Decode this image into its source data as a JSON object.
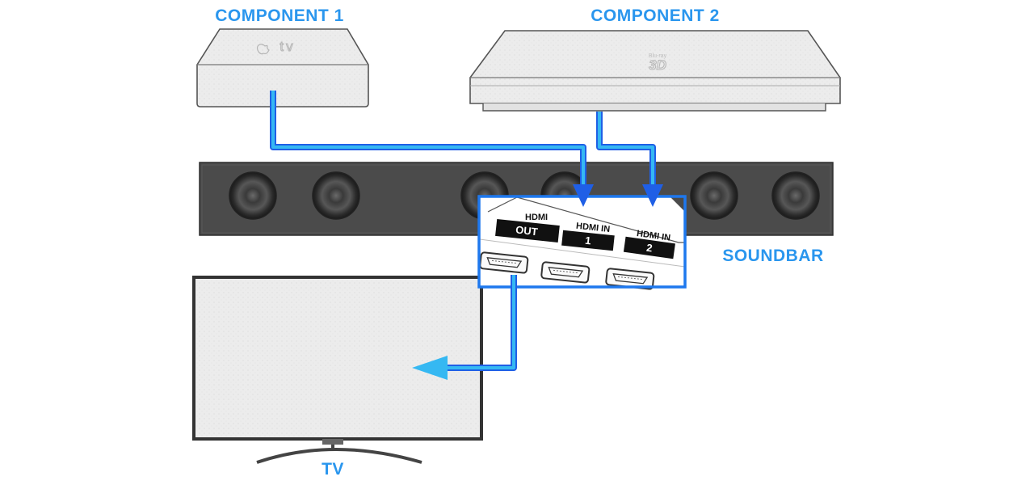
{
  "colors": {
    "label": "#2a96ee",
    "cable_light": "#35b8f2",
    "cable_dark": "#1f5fe6",
    "highlight_box": "#1e78ee",
    "soundbar": "#4b4b4b",
    "device_fill": "#ececec"
  },
  "labels": {
    "component1": "COMPONENT 1",
    "component2": "COMPONENT 2",
    "soundbar": "SOUNDBAR",
    "tv": "TV"
  },
  "devices": {
    "component1_logo": "tv",
    "component2_logo": "3D",
    "component2_logo_small": "Blu-ray"
  },
  "ports": {
    "out_top": "HDMI",
    "out_bottom": "OUT",
    "in1_top": "HDMI IN",
    "in1_num": "1",
    "in2_top": "HDMI IN",
    "in2_num": "2"
  },
  "icons": [
    "apple-logo-icon",
    "hdmi-port-icon",
    "arrow-down-icon",
    "arrow-left-icon"
  ]
}
